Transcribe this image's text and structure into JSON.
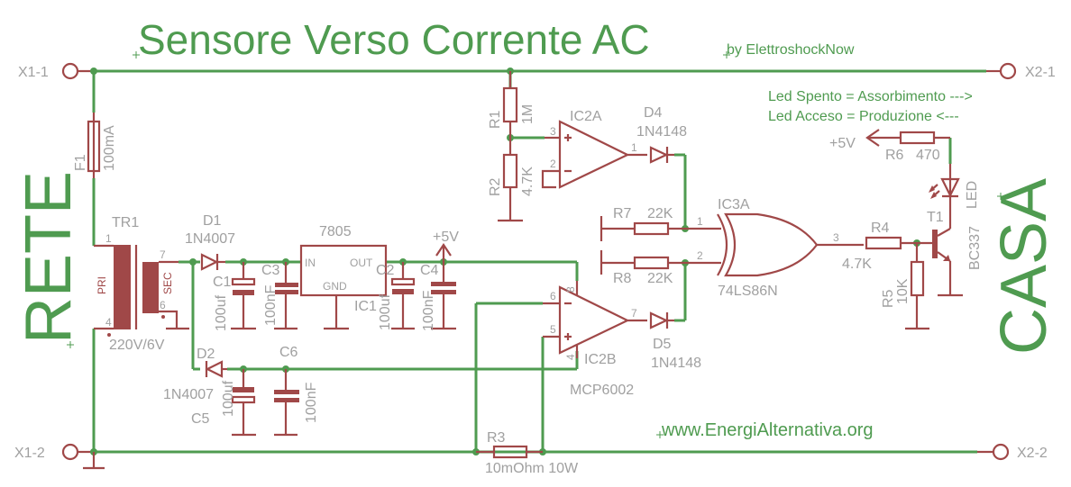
{
  "title": "Sensore Verso Corrente AC",
  "author": "by ElettroshockNow",
  "website": "www.EnergiAlternativa.org",
  "side_labels": {
    "left": "RETE",
    "right": "CASA"
  },
  "legend": {
    "line1": "Led Spento = Assorbimento  --->",
    "line2": "Led Acceso = Produzione  <---"
  },
  "connectors": {
    "x1_1": "X1-1",
    "x1_2": "X1-2",
    "x2_1": "X2-1",
    "x2_2": "X2-2"
  },
  "components": {
    "f1": {
      "name": "F1",
      "value": "100mA"
    },
    "tr1": {
      "name": "TR1",
      "value": "220V/6V",
      "pri": "PRI",
      "sec": "SEC",
      "pin1": "1",
      "pin4": "4",
      "pin7": "7",
      "pin6": "6"
    },
    "d1": {
      "name": "D1",
      "value": "1N4007"
    },
    "d2": {
      "name": "D2",
      "value": "1N4007"
    },
    "c1": {
      "name": "C1",
      "value": "100uf"
    },
    "c3": {
      "name": "C3",
      "value": "100nF"
    },
    "c5": {
      "name": "C5",
      "value": "100uf"
    },
    "c6": {
      "name": "C6",
      "value": "100nF"
    },
    "ic1": {
      "name": "IC1",
      "value": "7805",
      "in": "IN",
      "out": "OUT",
      "gnd": "GND"
    },
    "c2": {
      "name": "C2",
      "value": "100uf"
    },
    "c4": {
      "name": "C4",
      "value": "100nF"
    },
    "vcc": "+5V",
    "r1": {
      "name": "R1",
      "value": "1M"
    },
    "r2": {
      "name": "R2",
      "value": "4.7K"
    },
    "ic2a": {
      "name": "IC2A",
      "pin3": "3",
      "pin2": "2",
      "pin1": "1"
    },
    "ic2b": {
      "name": "IC2B",
      "value": "MCP6002",
      "pin6": "6",
      "pin5": "5",
      "pin7": "7",
      "pin8": "8",
      "pin4": "4"
    },
    "d4": {
      "name": "D4",
      "value": "1N4148"
    },
    "d5": {
      "name": "D5",
      "value": "1N4148"
    },
    "r7": {
      "name": "R7",
      "value": "22K"
    },
    "r8": {
      "name": "R8",
      "value": "22K"
    },
    "ic3a": {
      "name": "IC3A",
      "value": "74LS86N",
      "pin1": "1",
      "pin2": "2",
      "pin3": "3"
    },
    "r4": {
      "name": "R4",
      "value": "4.7K"
    },
    "r5": {
      "name": "R5",
      "value": "10K"
    },
    "r6": {
      "name": "R6",
      "value": "470"
    },
    "t1": {
      "name": "T1",
      "value": "BC337"
    },
    "led": {
      "name": "LED"
    },
    "r3": {
      "name": "R3",
      "value": "10mOhm 10W"
    }
  }
}
